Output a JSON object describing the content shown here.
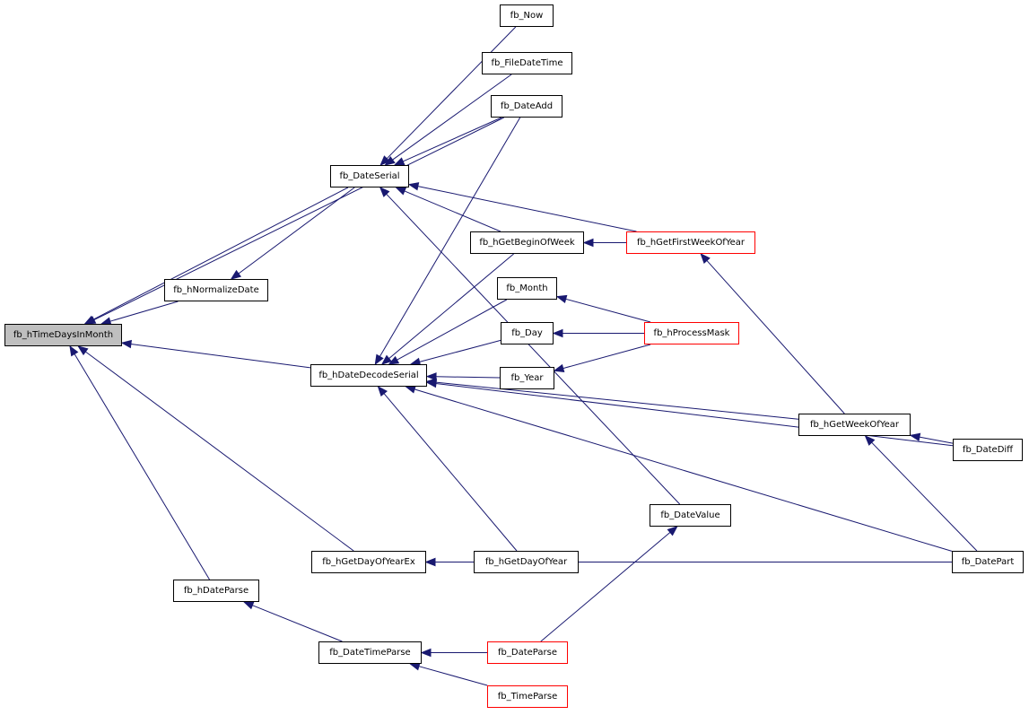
{
  "colors": {
    "edge": "#191970",
    "node_border": "#000000",
    "node_border_incomplete": "#ff0000",
    "root_fill": "#bfbfbf"
  },
  "nodes": {
    "time_days_in_month": "fb_hTimeDaysInMonth",
    "normalize_date": "fb_hNormalizeDate",
    "date_serial": "fb_DateSerial",
    "date_decode_serial": "fb_hDateDecodeSerial",
    "get_day_of_year_ex": "fb_hGetDayOfYearEx",
    "date_parse_ex": "fb_hDateParse",
    "now": "fb_Now",
    "file_date_time": "fb_FileDateTime",
    "date_add": "fb_DateAdd",
    "get_begin_of_week": "fb_hGetBeginOfWeek",
    "month": "fb_Month",
    "day": "fb_Day",
    "year": "fb_Year",
    "get_day_of_year": "fb_hGetDayOfYear",
    "date_time_parse": "fb_DateTimeParse",
    "date_parse": "fb_DateParse",
    "time_parse": "fb_TimeParse",
    "get_first_week_of_year": "fb_hGetFirstWeekOfYear",
    "process_mask": "fb_hProcessMask",
    "date_value": "fb_DateValue",
    "get_week_of_year": "fb_hGetWeekOfYear",
    "date_diff": "fb_DateDiff",
    "date_part": "fb_DatePart"
  },
  "edges": [
    [
      "time_days_in_month",
      "date_add"
    ],
    [
      "time_days_in_month",
      "date_serial"
    ],
    [
      "time_days_in_month",
      "normalize_date"
    ],
    [
      "time_days_in_month",
      "date_decode_serial"
    ],
    [
      "time_days_in_month",
      "get_day_of_year_ex"
    ],
    [
      "time_days_in_month",
      "date_parse_ex"
    ],
    [
      "normalize_date",
      "date_serial"
    ],
    [
      "date_serial",
      "now"
    ],
    [
      "date_serial",
      "file_date_time"
    ],
    [
      "date_serial",
      "date_add"
    ],
    [
      "date_serial",
      "get_first_week_of_year"
    ],
    [
      "date_serial",
      "date_value"
    ],
    [
      "date_serial",
      "get_begin_of_week"
    ],
    [
      "date_decode_serial",
      "date_add"
    ],
    [
      "date_decode_serial",
      "get_begin_of_week"
    ],
    [
      "date_decode_serial",
      "month"
    ],
    [
      "date_decode_serial",
      "day"
    ],
    [
      "date_decode_serial",
      "year"
    ],
    [
      "date_decode_serial",
      "get_week_of_year"
    ],
    [
      "date_decode_serial",
      "date_diff"
    ],
    [
      "date_decode_serial",
      "date_part"
    ],
    [
      "date_decode_serial",
      "get_day_of_year"
    ],
    [
      "get_day_of_year_ex",
      "get_day_of_year"
    ],
    [
      "get_day_of_year_ex",
      "date_part"
    ],
    [
      "date_parse_ex",
      "date_time_parse"
    ],
    [
      "date_time_parse",
      "date_parse"
    ],
    [
      "date_time_parse",
      "time_parse"
    ],
    [
      "get_begin_of_week",
      "get_first_week_of_year"
    ],
    [
      "month",
      "process_mask"
    ],
    [
      "day",
      "process_mask"
    ],
    [
      "year",
      "process_mask"
    ],
    [
      "get_first_week_of_year",
      "get_week_of_year"
    ],
    [
      "get_week_of_year",
      "date_diff"
    ],
    [
      "get_week_of_year",
      "date_part"
    ],
    [
      "date_value",
      "date_parse"
    ]
  ]
}
